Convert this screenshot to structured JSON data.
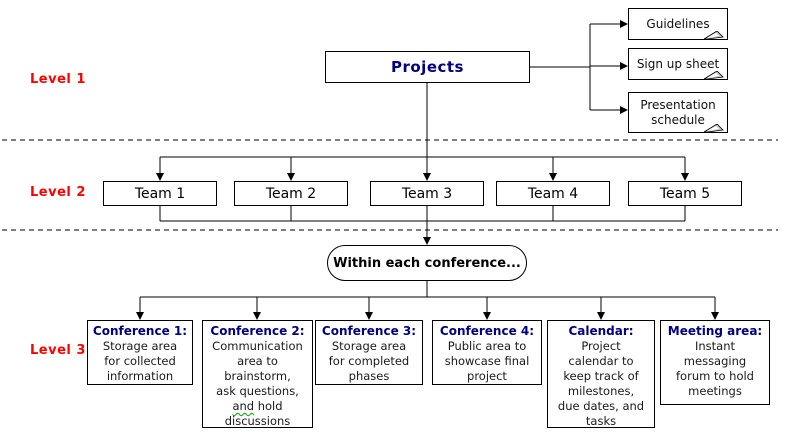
{
  "diagram": {
    "levels": [
      {
        "label": "Level 1"
      },
      {
        "label": "Level 2"
      },
      {
        "label": "Level 3"
      }
    ],
    "root": {
      "label": "Projects"
    },
    "notes": [
      {
        "label": "Guidelines"
      },
      {
        "label": "Sign up sheet"
      },
      {
        "label": "Presentation\nschedule"
      }
    ],
    "teams": [
      {
        "label": "Team 1"
      },
      {
        "label": "Team 2"
      },
      {
        "label": "Team 3"
      },
      {
        "label": "Team 4"
      },
      {
        "label": "Team 5"
      }
    ],
    "scope_note": {
      "label": "Within each conference..."
    },
    "areas": [
      {
        "title": "Conference 1:",
        "body": "Storage area\nfor collected\ninformation"
      },
      {
        "title": "Conference 2:",
        "body_start": "Communication\narea to\nbrainstorm,\nask questions,\n",
        "spellcheck_word": "and",
        "body_end": " hold\ndiscussions"
      },
      {
        "title": "Conference 3:",
        "body": "Storage area\nfor completed\nphases"
      },
      {
        "title": "Conference 4:",
        "body": "Public area to\nshowcase final\nproject"
      },
      {
        "title": "Calendar:",
        "body": "Project\ncalendar to\nkeep track of\nmilestones,\ndue dates, and\ntasks"
      },
      {
        "title": "Meeting area:",
        "body": "Instant\nmessaging\nforum to hold\nmeetings"
      }
    ],
    "colors": {
      "level_label": "#ff0000",
      "heading_text": "#000080",
      "body_text": "#1a1a1a",
      "line": "#000000",
      "spellcheck_underline": "#00a000",
      "background": "#ffffff"
    }
  }
}
